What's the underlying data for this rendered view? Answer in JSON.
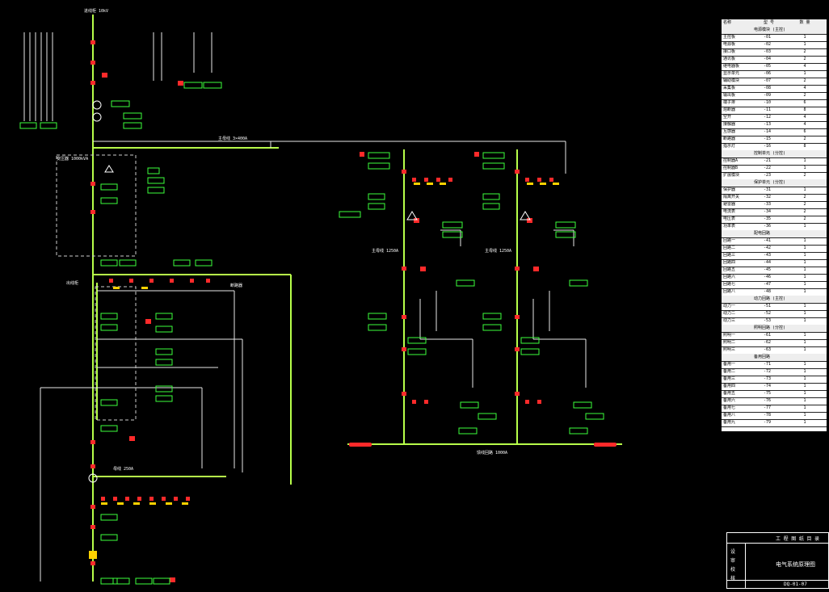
{
  "legend": {
    "header": [
      "名称",
      "型 号",
      "数 量"
    ],
    "sections": [
      {
        "title": "电源模块 (主控)",
        "rows": [
          [
            "主控板",
            "-01",
            "1"
          ],
          [
            "电源板",
            "-02",
            "1"
          ],
          [
            "接口板",
            "-03",
            "2"
          ],
          [
            "通讯板",
            "-04",
            "2"
          ],
          [
            "继电器板",
            "-05",
            "4"
          ],
          [
            "显示单元",
            "-06",
            "1"
          ],
          [
            "辅助模块",
            "-07",
            "2"
          ],
          [
            "采集板",
            "-08",
            "4"
          ],
          [
            "输出板",
            "-09",
            "2"
          ],
          [
            "端子排",
            "-10",
            "6"
          ],
          [
            "熔断器",
            "-11",
            "8"
          ],
          [
            "空开",
            "-12",
            "4"
          ],
          [
            "接触器",
            "-13",
            "4"
          ],
          [
            "互感器",
            "-14",
            "6"
          ],
          [
            "断路器",
            "-15",
            "2"
          ],
          [
            "指示灯",
            "-16",
            "8"
          ]
        ]
      },
      {
        "title": "控制单元 (分控)",
        "rows": [
          [
            "控制器A",
            "-21",
            "1"
          ],
          [
            "控制器B",
            "-22",
            "1"
          ],
          [
            "扩展模块",
            "-23",
            "2"
          ]
        ]
      },
      {
        "title": "保护单元 (分控)",
        "rows": [
          [
            "保护器",
            "-31",
            "1"
          ],
          [
            "隔离开关",
            "-32",
            "2"
          ],
          [
            "避雷器",
            "-33",
            "2"
          ],
          [
            "电流表",
            "-34",
            "2"
          ],
          [
            "电压表",
            "-35",
            "2"
          ],
          [
            "功率表",
            "-36",
            "1"
          ]
        ]
      },
      {
        "title": "配电回路",
        "rows": [
          [
            "回路一",
            "-41",
            "1"
          ],
          [
            "回路二",
            "-42",
            "1"
          ],
          [
            "回路三",
            "-43",
            "1"
          ],
          [
            "回路四",
            "-44",
            "1"
          ],
          [
            "回路五",
            "-45",
            "1"
          ],
          [
            "回路六",
            "-46",
            "1"
          ],
          [
            "回路七",
            "-47",
            "1"
          ],
          [
            "回路八",
            "-48",
            "1"
          ]
        ]
      },
      {
        "title": "动力回路 (主控)",
        "rows": [
          [
            "动力一",
            "-51",
            "1"
          ],
          [
            "动力二",
            "-52",
            "1"
          ],
          [
            "动力三",
            "-53",
            "1"
          ]
        ]
      },
      {
        "title": "照明回路 (分控)",
        "rows": [
          [
            "照明一",
            "-61",
            "1"
          ],
          [
            "照明二",
            "-62",
            "1"
          ],
          [
            "照明三",
            "-63",
            "1"
          ]
        ]
      },
      {
        "title": "备用回路",
        "rows": [
          [
            "备用一",
            "-71",
            "1"
          ],
          [
            "备用二",
            "-72",
            "1"
          ],
          [
            "备用三",
            "-73",
            "1"
          ],
          [
            "备用四",
            "-74",
            "1"
          ],
          [
            "备用五",
            "-75",
            "1"
          ],
          [
            "备用六",
            "-76",
            "1"
          ],
          [
            "备用七",
            "-77",
            "1"
          ],
          [
            "备用八",
            "-78",
            "1"
          ],
          [
            "备用九",
            "-79",
            "1"
          ]
        ]
      }
    ]
  },
  "title_block": {
    "top_right": "工 程   图 纸 目 录",
    "drawing_title": "电气系统原理图",
    "drawing_no": "DQ-01-07",
    "row_labels": [
      "设",
      "审",
      "校",
      "核"
    ]
  },
  "diagram": {
    "main_bus_label": "主母线 3×400A",
    "bus_label_right": "主母线 1250A",
    "bus_label_left": "母线 250A",
    "feeder_label": "馈线回路 1000A",
    "breaker_label": "断路器",
    "transformer_label": "变压器 1000kVA",
    "left_top_label": "进线柜 10kV",
    "left_mid_label": "出线柜"
  }
}
